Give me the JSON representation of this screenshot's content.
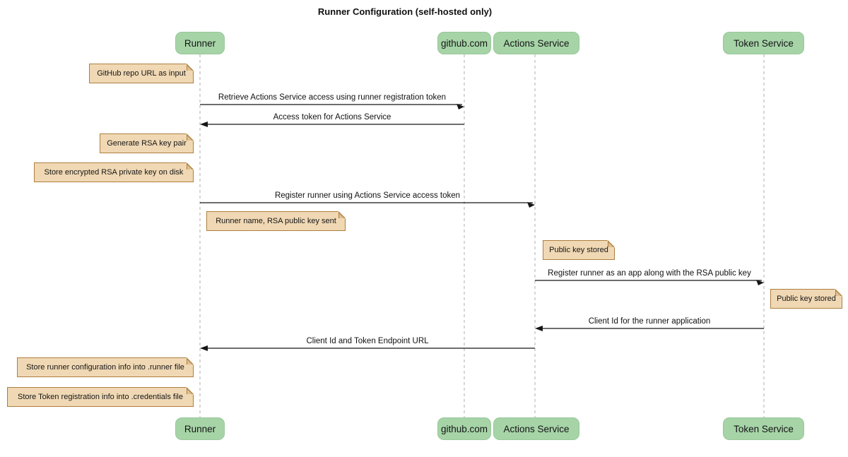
{
  "title": "Runner Configuration (self-hosted only)",
  "diagram_type": "sequence",
  "participants": [
    {
      "id": "runner",
      "label": "Runner"
    },
    {
      "id": "github",
      "label": "github.com"
    },
    {
      "id": "actions-service",
      "label": "Actions Service"
    },
    {
      "id": "token-service",
      "label": "Token Service"
    }
  ],
  "messages": [
    {
      "from": "Runner",
      "to": "github.com",
      "label": "Retrieve Actions Service access using runner registration token"
    },
    {
      "from": "github.com",
      "to": "Runner",
      "label": "Access token for Actions Service"
    },
    {
      "from": "Runner",
      "to": "Actions Service",
      "label": "Register runner using Actions Service access token"
    },
    {
      "from": "Actions Service",
      "to": "Token Service",
      "label": "Register runner as an app along with the RSA public key"
    },
    {
      "from": "Token Service",
      "to": "Actions Service",
      "label": "Client Id for the runner application"
    },
    {
      "from": "Actions Service",
      "to": "Runner",
      "label": "Client Id and Token Endpoint URL"
    }
  ],
  "notes": [
    {
      "position": "left of Runner",
      "label": "GitHub repo URL as input"
    },
    {
      "position": "left of Runner",
      "label": "Generate RSA key pair"
    },
    {
      "position": "left of Runner",
      "label": "Store encrypted RSA private key on disk"
    },
    {
      "position": "right of Runner",
      "label": "Runner name, RSA public key sent"
    },
    {
      "position": "right of Actions Service",
      "label": "Public key stored"
    },
    {
      "position": "right of Token Service",
      "label": "Public key stored"
    },
    {
      "position": "left of Runner",
      "label": "Store runner configuration info into .runner file"
    },
    {
      "position": "left of Runner",
      "label": "Store Token registration info into .credentials file"
    }
  ],
  "colors": {
    "actor_fill": "#a6d4a7",
    "actor_border": "#99c89a",
    "note_fill": "#f0d8b4",
    "note_border": "#ad7f3f",
    "lifeline": "#adadad",
    "arrow": "#161616",
    "text": "#111111",
    "background": "#ffffff"
  }
}
